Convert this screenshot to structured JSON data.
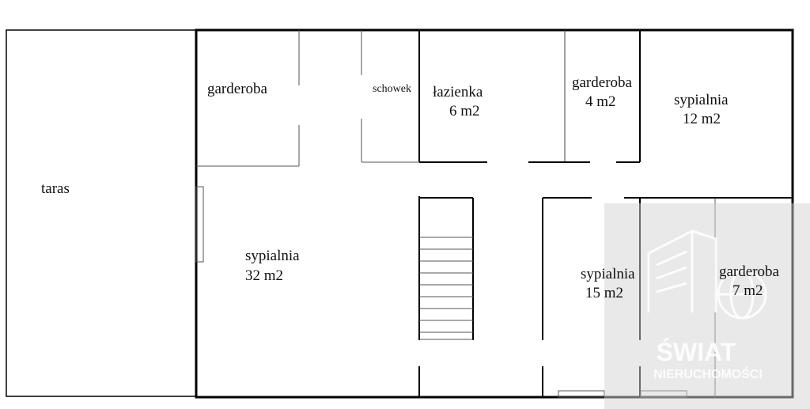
{
  "rooms": {
    "terrace": {
      "name": "taras"
    },
    "wardrobe_top_left": {
      "name": "garderoba"
    },
    "storage": {
      "name": "schowek"
    },
    "bathroom": {
      "name": "łazienka",
      "area": "6 m2"
    },
    "wardrobe_top_mid": {
      "name": "garderoba",
      "area": "4 m2"
    },
    "bedroom_top_right": {
      "name": "sypialnia",
      "area": "12 m2"
    },
    "bedroom_large": {
      "name": "sypialnia",
      "area": "32 m2"
    },
    "bedroom_mid": {
      "name": "sypialnia",
      "area": "15 m2"
    },
    "wardrobe_right": {
      "name": "garderoba",
      "area": "7 m2"
    }
  },
  "watermark": {
    "line1": "ŚWIAT",
    "line2": "NIERUCHOMOŚCI"
  },
  "colors": {
    "wall": "#000000",
    "thin_line": "#555555",
    "watermark_bg": "#d3d3d3"
  }
}
